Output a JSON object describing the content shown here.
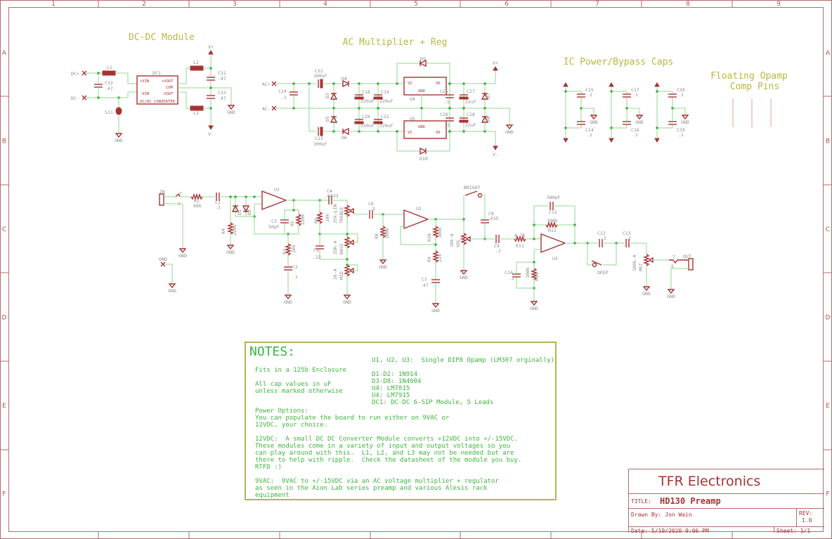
{
  "frame": {
    "columns": [
      "1",
      "2",
      "3",
      "4",
      "5",
      "6",
      "7",
      "8",
      "9"
    ],
    "rows": [
      "A",
      "B",
      "C",
      "D",
      "E",
      "F"
    ]
  },
  "sections": {
    "dcdc": "DC-DC Module",
    "ac": "AC Multiplier + Reg",
    "ic_power": "IC Power/Bypass Caps",
    "floating_1": "Floating Opamp",
    "floating_2": "Comp Pins"
  },
  "nets": {
    "dc_plus": "DC+",
    "dc_minus": "DC-",
    "ac_plus": "AC+",
    "ac_minus": "AC-",
    "vplus": "V+",
    "vminus": "V-",
    "gnd": "GND",
    "in": "IN",
    "out": "OUT",
    "t": "T",
    "s": "S"
  },
  "parts": {
    "L1": [
      "L1",
      ""
    ],
    "L2": [
      "L2",
      ""
    ],
    "L3": [
      "L3",
      ""
    ],
    "C32": [
      "C32",
      ".47"
    ],
    "C31": [
      "C31",
      ".47"
    ],
    "C33": [
      "C33",
      ".47"
    ],
    "DC1": [
      "DC1",
      "DC/DC CONVERTER"
    ],
    "SJ1": [
      "SJ1",
      ""
    ],
    "DC1_pins": [
      "+VIN",
      "-VIN",
      "+VOUT",
      "COM",
      "-VOUT"
    ],
    "C24": [
      "C24",
      ".1"
    ],
    "C22": [
      "C22",
      "100uF"
    ],
    "C23": [
      "C23",
      "100uF"
    ],
    "D3": [
      "D3",
      ""
    ],
    "D4": [
      "D4",
      ""
    ],
    "D5": [
      "D5",
      ""
    ],
    "D6": [
      "D6",
      ""
    ],
    "D7": [
      "D7",
      ""
    ],
    "D8": [
      "D8",
      ""
    ],
    "D9": [
      "D9",
      ""
    ],
    "D10": [
      "D10",
      ""
    ],
    "C18": [
      "C18",
      "220uF"
    ],
    "C19": [
      "C19",
      "220uF"
    ],
    "C20": [
      "C20",
      "220uF"
    ],
    "C21": [
      "C21",
      "220uF"
    ],
    "U4": [
      "U4",
      ""
    ],
    "U5": [
      "U5",
      ""
    ],
    "reg_pins": [
      "VI",
      "VO",
      "GND"
    ],
    "C25": [
      "C25",
      ".1"
    ],
    "C26": [
      "C26",
      ".1"
    ],
    "C27": [
      "C27",
      "22uF"
    ],
    "C28": [
      "C28",
      "22uF"
    ],
    "C15": [
      "C15",
      ".1"
    ],
    "C14": [
      "C14",
      ".1"
    ],
    "C17": [
      "C17",
      ".1"
    ],
    "C16": [
      "C16",
      ".1"
    ],
    "C30": [
      "C30",
      ".1"
    ],
    "C29": [
      "C29",
      ".1"
    ],
    "R1": [
      "R1",
      "68k"
    ],
    "C1": [
      "C1",
      ".1"
    ],
    "D1": [
      "D1",
      ""
    ],
    "D2": [
      "D2",
      ""
    ],
    "R4": [
      "R4",
      "220k"
    ],
    "U1": [
      "U1",
      ""
    ],
    "C3": [
      "C3",
      "50pF"
    ],
    "R5": [
      "R5",
      "220k"
    ],
    "R3": [
      "R3",
      "10k"
    ],
    "C2": [
      "C2",
      ".1"
    ],
    "C4": [
      "C4",
      ".0033"
    ],
    "R6": [
      "R6",
      "10k"
    ],
    "C5": [
      "C5",
      ".22"
    ],
    "TREBLE": [
      "TREBLE",
      "25k-LIN"
    ],
    "BASS": [
      "BASS",
      "25K-A"
    ],
    "MID": [
      "MID",
      "2k-A"
    ],
    "C6": [
      "C6",
      ".1"
    ],
    "R8": [
      "R8",
      "100k"
    ],
    "U2": [
      "U2",
      ""
    ],
    "R10": [
      "R10",
      "100k"
    ],
    "R9": [
      "R9",
      "22k"
    ],
    "C7": [
      "C7",
      ".47"
    ],
    "VOL": [
      "VOL",
      "10k-A"
    ],
    "BRIGHT": [
      "BRIGHT",
      ""
    ],
    "C8": [
      "C8",
      ".015"
    ],
    "C9": [
      "C9",
      ".1"
    ],
    "R11": [
      "R11",
      "4.7k"
    ],
    "C11": [
      "C11",
      "580pF"
    ],
    "R12": [
      "R12",
      "100k"
    ],
    "U3": [
      "U3",
      ""
    ],
    "C10": [
      "C10",
      ".1"
    ],
    "R13": [
      "R13",
      "100k"
    ],
    "C12": [
      "C12",
      ".1"
    ],
    "C13": [
      "C13",
      ".1"
    ],
    "DEEP": [
      "DEEP",
      ""
    ],
    "MASTER": [
      "MST",
      "100k-A"
    ]
  },
  "notes": {
    "heading": "NOTES:",
    "left": "Fits in a 125b Enclosure\n\nAll cap values in uF\nunless marked otherwise",
    "right": "U1, U2, U3:  Single DIP8 Opamp (LM307 orginally)\n\nD1-D2: 1N914\nD3-D8: 1N4004\nU4: LM7815\nU4: LM7915\nDC1: DC-DC 6-SIP Module, 5 Leads",
    "body": "Power Options:\nYou can populate the board to run either on 9VAC or\n12VDC, your choice.\n\n12VDC:  A small DC DC Converter Module converts +12VDC into +/-15VDC.\nThese modules come in a variety of input and output voltages so you\ncan play around with this.  L1, L2, and L3 may not be needed but are\nthere to help with ripple.  Check the datasheet of the module you buy.\nRTFD :)\n\n9VAC:  9VAC to +/-15VDC via an AC voltage multiplier + regulator\nas seen in the Aion Lab series preamp and various Alesis rack\nequipment"
  },
  "title_block": {
    "company": "TFR Electronics",
    "title_label": "TITLE:",
    "title": "HD130 Preamp",
    "drawn_by": "Drawn By: Jon Wain",
    "rev_label": "REV:",
    "rev": "1.0",
    "date": "Date: 5/19/2020 9:06 PM",
    "sheet": "Sheet: 1/1"
  },
  "colors": {
    "frame": "#b56a6a",
    "wire": "#92d892",
    "part": "#a83232",
    "notes": "#3cb53c",
    "section": "#b8b840"
  }
}
